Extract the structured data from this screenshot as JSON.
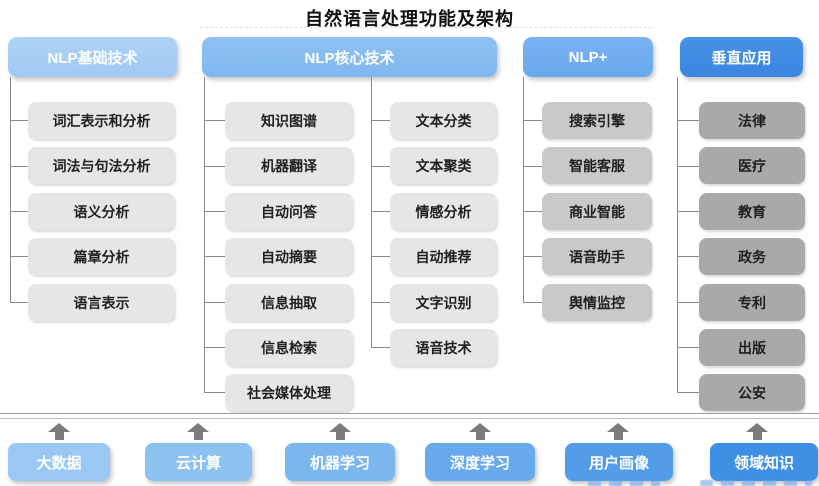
{
  "title": "自然语言处理功能及架构",
  "columns": [
    {
      "header": "NLP基础技术",
      "items": [
        "词汇表示和分析",
        "词法与句法分析",
        "语义分析",
        "篇章分析",
        "语言表示"
      ]
    },
    {
      "header": "NLP核心技术",
      "items_left": [
        "知识图谱",
        "机器翻译",
        "自动问答",
        "自动摘要",
        "信息抽取",
        "信息检索",
        "社会媒体处理"
      ],
      "items_right": [
        "文本分类",
        "文本聚类",
        "情感分析",
        "自动推荐",
        "文字识别",
        "语音技术"
      ]
    },
    {
      "header": "NLP+",
      "items": [
        "搜索引擎",
        "智能客服",
        "商业智能",
        "语音助手",
        "舆情监控"
      ]
    },
    {
      "header": "垂直应用",
      "items": [
        "法律",
        "医疗",
        "教育",
        "政务",
        "专利",
        "出版",
        "公安"
      ]
    }
  ],
  "foundation": [
    "大数据",
    "云计算",
    "机器学习",
    "深度学习",
    "用户画像",
    "领域知识"
  ],
  "colors": {
    "header_nlp_basic": "#A6CDF4",
    "header_nlp_core": "#85BCF1",
    "header_nlp_plus": "#6FACEF",
    "header_vertical_apps": "#3F8BE3",
    "node_light_gray": "#E6E6E6",
    "node_medium_gray": "#C9C9C9",
    "node_dark_gray": "#A9A9A9",
    "connector_gray": "#8A8A8A",
    "arrow_gray": "#7B7B7B",
    "foundation_blues": [
      "#9BC8F2",
      "#8DC1F0",
      "#7BB6EF",
      "#67A9EC",
      "#539CE9",
      "#3F8FE5"
    ]
  }
}
